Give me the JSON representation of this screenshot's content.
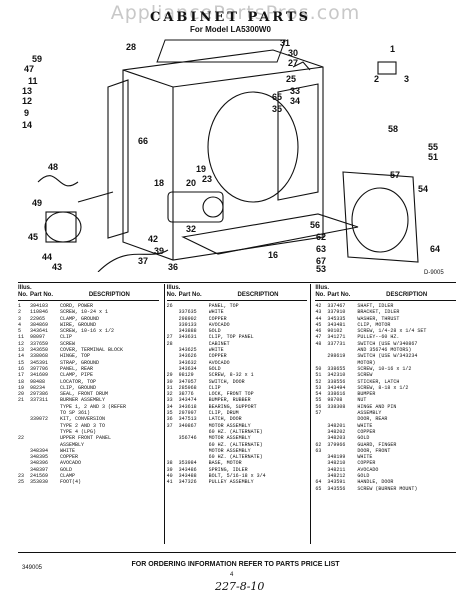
{
  "watermark": "AppliancePartsPros.com",
  "header": {
    "title": "CABINET PARTS",
    "subtitle": "For Model LA5300W0"
  },
  "diagram": {
    "code": "D-9005",
    "callouts": {
      "c28": "28",
      "c31": "31",
      "c30": "30",
      "c27": "27",
      "c59": "59",
      "c47": "47",
      "c11": "11",
      "c13": "13",
      "c12": "12",
      "c9": "9",
      "c14": "14",
      "c25": "25",
      "c33": "33",
      "c34": "34",
      "c66": "66",
      "c35": "35",
      "c65": "65",
      "c58": "58",
      "c1": "1",
      "c2": "2",
      "c3": "3",
      "c55": "55",
      "c51": "51",
      "c19": "19",
      "c23": "23",
      "c57": "57",
      "c54": "54",
      "c49": "49",
      "c48": "48",
      "c18": "18",
      "c20": "20",
      "c45": "45",
      "c44": "44",
      "c43": "43",
      "c42": "42",
      "c39": "39",
      "c37": "37",
      "c36": "36",
      "c32": "32",
      "c16": "16",
      "c56": "56",
      "c62": "62",
      "c63": "63",
      "c64": "64",
      "c67": "67",
      "c53": "53"
    }
  },
  "table": {
    "headers": {
      "no_line1": "Illus.",
      "no_line2": "No.",
      "part": "Part No.",
      "desc": "DESCRIPTION"
    },
    "left": [
      {
        "no": "1",
        "part": "394103",
        "desc": "CORD, POWER"
      },
      {
        "no": "2",
        "part": "110846",
        "desc": "SCREW, 10-24 x 1"
      },
      {
        "no": "3",
        "part": "22965",
        "desc": "CLAMP, GROUND"
      },
      {
        "no": "4",
        "part": "384869",
        "desc": "WIRE, GROUND"
      },
      {
        "no": "5",
        "part": "343641",
        "desc": "SCREW, 10-16 x 1/2"
      },
      {
        "no": "11",
        "part": "98097",
        "desc": "CLIP"
      },
      {
        "no": "12",
        "part": "337659",
        "desc": "SCREW"
      },
      {
        "no": "13",
        "part": "343650",
        "desc": "COVER, TERMINAL BLOCK"
      },
      {
        "no": "14",
        "part": "338068",
        "desc": "HINGE, TOP"
      },
      {
        "no": "15",
        "part": "345391",
        "desc": "STRAP, GROUND"
      },
      {
        "no": "16",
        "part": "397706",
        "desc": "PANEL, REAR"
      },
      {
        "no": "17",
        "part": "341609",
        "desc": "CLAMP, PIPE"
      },
      {
        "no": "18",
        "part": "98488",
        "desc": "LOCATOR, TOP"
      },
      {
        "no": "19",
        "part": "98234",
        "desc": "CLIP, GROUND"
      },
      {
        "no": "20",
        "part": "297386",
        "desc": "SEAL, FRONT DRUM"
      },
      {
        "no": "21",
        "part": "337311",
        "desc": "BURNER ASSEMBLY"
      },
      {
        "no": "",
        "part": "",
        "desc": "TYPE 1, 2 AND 3 (REFER"
      },
      {
        "no": "",
        "part": "",
        "desc": "TO SP 361)"
      },
      {
        "no": "",
        "part": "339072",
        "desc": "KIT, CONVERSION"
      },
      {
        "no": "",
        "part": "",
        "desc": "TYPE 2 AND 3 TO"
      },
      {
        "no": "",
        "part": "",
        "desc": "TYPE 4 (LPG)"
      },
      {
        "no": "22",
        "part": "",
        "desc": "UPPER FRONT PANEL"
      },
      {
        "no": "",
        "part": "",
        "desc": "ASSEMBLY"
      },
      {
        "no": "",
        "part": "348394",
        "desc": "WHITE"
      },
      {
        "no": "",
        "part": "348395",
        "desc": "COPPER"
      },
      {
        "no": "",
        "part": "348396",
        "desc": "AVOCADO"
      },
      {
        "no": "",
        "part": "348397",
        "desc": "GOLD"
      },
      {
        "no": "23",
        "part": "241569",
        "desc": "CLAMP"
      },
      {
        "no": "25",
        "part": "353030",
        "desc": "FOOT(4)"
      }
    ],
    "middle": [
      {
        "no": "26",
        "part": "",
        "desc": "PANEL, TOP"
      },
      {
        "no": "",
        "part": "337635",
        "desc": "WHITE"
      },
      {
        "no": "",
        "part": "298902",
        "desc": "COPPER"
      },
      {
        "no": "",
        "part": "339133",
        "desc": "AVOCADO"
      },
      {
        "no": "",
        "part": "343888",
        "desc": "GOLD"
      },
      {
        "no": "27",
        "part": "343631",
        "desc": "CLIP, TOP PANEL"
      },
      {
        "no": "28",
        "part": "",
        "desc": "CABINET"
      },
      {
        "no": "",
        "part": "343625",
        "desc": "WHITE"
      },
      {
        "no": "",
        "part": "343626",
        "desc": "COPPER"
      },
      {
        "no": "",
        "part": "343632",
        "desc": "AVOCADO"
      },
      {
        "no": "",
        "part": "343634",
        "desc": "GOLD"
      },
      {
        "no": "29",
        "part": "98129",
        "desc": "SCREW, 8-32 x 1"
      },
      {
        "no": "30",
        "part": "347057",
        "desc": "SWITCH, DOOR"
      },
      {
        "no": "31",
        "part": "285968",
        "desc": "CLIP"
      },
      {
        "no": "32",
        "part": "38776",
        "desc": "LOCK, FRONT TOP"
      },
      {
        "no": "33",
        "part": "343474",
        "desc": "BUMPER, RUBBER"
      },
      {
        "no": "34",
        "part": "343618",
        "desc": "BEARING, SUPPORT"
      },
      {
        "no": "35",
        "part": "297997",
        "desc": "CLIP, DRUM"
      },
      {
        "no": "36",
        "part": "347513",
        "desc": "LATCH, DOOR"
      },
      {
        "no": "37",
        "part": "340867",
        "desc": "MOTOR ASSEMBLY"
      },
      {
        "no": "",
        "part": "",
        "desc": "60 HZ. (ALTERNATE)"
      },
      {
        "no": "",
        "part": "356746",
        "desc": "MOTOR ASSEMBLY"
      },
      {
        "no": "",
        "part": "",
        "desc": "60 HZ. (ALTERNATE)"
      },
      {
        "no": "",
        "part": "",
        "desc": "MOTOR ASSEMBLY"
      },
      {
        "no": "",
        "part": "",
        "desc": "60 HZ. (ALTERNATE)"
      },
      {
        "no": "38",
        "part": "353984",
        "desc": "BASE, MOTOR"
      },
      {
        "no": "39",
        "part": "343486",
        "desc": "SPRING, IDLER"
      },
      {
        "no": "40",
        "part": "343488",
        "desc": "BOLT, 5/16-18 x 3/4"
      },
      {
        "no": "41",
        "part": "347326",
        "desc": "PULLEY ASSEMBLY"
      }
    ],
    "right": [
      {
        "no": "42",
        "part": "337467",
        "desc": "SHAFT, IDLER"
      },
      {
        "no": "43",
        "part": "337910",
        "desc": "BRACKET, IDLER"
      },
      {
        "no": "44",
        "part": "345335",
        "desc": "WASHER, THRUST"
      },
      {
        "no": "45",
        "part": "343481",
        "desc": "CLIP, MOTOR"
      },
      {
        "no": "46",
        "part": "90102",
        "desc": "SCREW, 1/4-28 x 1/4 SET"
      },
      {
        "no": "47",
        "part": "341271",
        "desc": "PULLEY--60 HZ."
      },
      {
        "no": "48",
        "part": "337731",
        "desc": "SWITCH (USE W/340867"
      },
      {
        "no": "",
        "part": "",
        "desc": "AND 356746 MOTORS)"
      },
      {
        "no": "",
        "part": "298619",
        "desc": "SWITCH (USE W/343234"
      },
      {
        "no": "",
        "part": "",
        "desc": "MOTOR)"
      },
      {
        "no": "50",
        "part": "338655",
        "desc": "SCREW, 10-16 x 1/2"
      },
      {
        "no": "51",
        "part": "342310",
        "desc": "SCREW"
      },
      {
        "no": "52",
        "part": "338556",
        "desc": "STICKER, LATCH"
      },
      {
        "no": "53",
        "part": "343494",
        "desc": "SCREW, 8-18 x 1/2"
      },
      {
        "no": "54",
        "part": "338616",
        "desc": "BUMPER"
      },
      {
        "no": "55",
        "part": "98708",
        "desc": "NUT"
      },
      {
        "no": "56",
        "part": "338308",
        "desc": "HINGE AND PIN"
      },
      {
        "no": "57",
        "part": "",
        "desc": "ASSEMBLY"
      },
      {
        "no": "",
        "part": "",
        "desc": "DOOR, REAR"
      },
      {
        "no": "",
        "part": "348201",
        "desc": "WHITE"
      },
      {
        "no": "",
        "part": "348202",
        "desc": "COPPER"
      },
      {
        "no": "",
        "part": "348203",
        "desc": "GOLD"
      },
      {
        "no": "62",
        "part": "379966",
        "desc": "GUARD, FINGER"
      },
      {
        "no": "63",
        "part": "",
        "desc": "DOOR, FRONT"
      },
      {
        "no": "",
        "part": "348199",
        "desc": "WHITE"
      },
      {
        "no": "",
        "part": "348210",
        "desc": "COPPER"
      },
      {
        "no": "",
        "part": "348211",
        "desc": "AVOCADO"
      },
      {
        "no": "",
        "part": "348212",
        "desc": "GOLD"
      },
      {
        "no": "64",
        "part": "343591",
        "desc": "HANDLE, DOOR"
      },
      {
        "no": "65",
        "part": "343556",
        "desc": "SCREW (BURNER MOUNT)"
      }
    ]
  },
  "footer": {
    "order_note": "FOR ORDERING INFORMATION REFER TO PARTS PRICE LIST",
    "doc_code": "349005",
    "page_number": "4",
    "handwritten_note": "227-8-10"
  }
}
